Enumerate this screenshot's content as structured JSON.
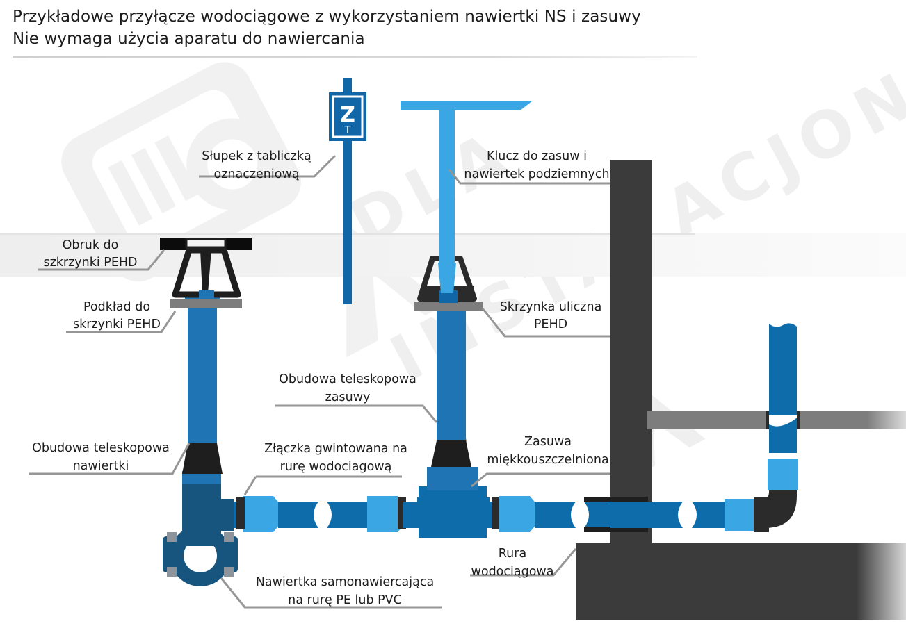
{
  "title": {
    "line1": "Przykładowe przyłącze wodociągowe z wykorzystaniem nawiertki NS i zasuwy",
    "line2": "Nie wymaga użycia aparatu do nawiercania"
  },
  "sign": {
    "letter": "Z",
    "sub_symbol": "T"
  },
  "labels": {
    "slupek": {
      "l1": "Słupek z tabliczką",
      "l2": "oznaczeniową"
    },
    "klucz": {
      "l1": "Klucz do zasuw i",
      "l2": "nawiertek podziemnych"
    },
    "obruk": {
      "l1": "Obruk do",
      "l2": "szkrzynki PEHD"
    },
    "podklad": {
      "l1": "Podkład do",
      "l2": "skrzynki PEHD"
    },
    "skrzynka": {
      "l1": "Skrzynka uliczna",
      "l2": "PEHD"
    },
    "obudowa_zasuwy": {
      "l1": "Obudowa teleskopowa",
      "l2": "zasuwy"
    },
    "obudowa_nawiertki": {
      "l1": "Obudowa teleskopowa",
      "l2": "nawiertki"
    },
    "zlaczka": {
      "l1": "Złączka gwintowana na",
      "l2": "rurę wodociagową"
    },
    "zasuwa": {
      "l1": "Zasuwa",
      "l2": "miękkouszczelniona"
    },
    "rura": {
      "l1": "Rura",
      "l2": "wodociągowa"
    },
    "nawiertka": {
      "l1": "Nawiertka samonawiercająca",
      "l2": "na rurę PE lub PVC"
    }
  },
  "colors": {
    "brand_blue": "#1f74b3",
    "pipe_blue": "#0f6cab",
    "light_blue": "#3aa6e4",
    "dark_blue": "#17557f",
    "sign_blue": "#1166a8",
    "near_black": "#1e1e1e",
    "wall_dark": "#3b3b3b",
    "gray_plate": "#7d7d7d",
    "leader_gray": "#969696",
    "text": "#1d1d1d",
    "band": "#f2f2f2"
  }
}
